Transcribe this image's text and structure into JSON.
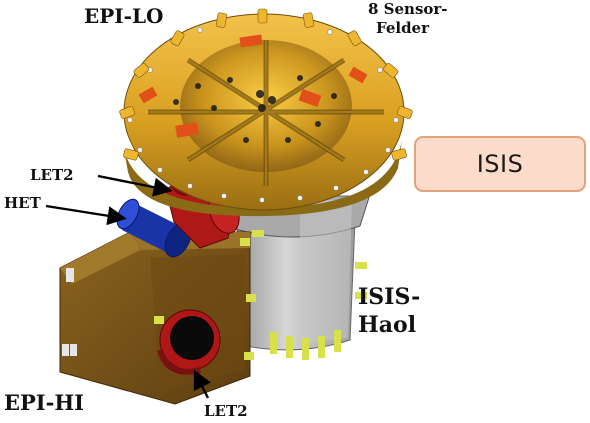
{
  "labels": {
    "epi_lo": "EPI-LO",
    "sensor_fields_line1": "8 Sensor-",
    "sensor_fields_line2": "Felder",
    "isis_box": "ISIS",
    "let2_top": "LET2",
    "het": "HET",
    "isis_haol_line1": "ISIS-",
    "isis_haol_line2": "Haol",
    "epi_hi": "EPI-HI",
    "let2_bottom": "LET2"
  },
  "colors": {
    "gold": "#d9a021",
    "gold_dark": "#8a6a14",
    "bronze": "#7a5418",
    "silver": "#b8b8b8",
    "red": "#b01818",
    "blue": "#1a34a8",
    "isis_fill": "#fbdccb",
    "isis_border": "#e0a37a",
    "yellow_green": "#d8e04a"
  }
}
